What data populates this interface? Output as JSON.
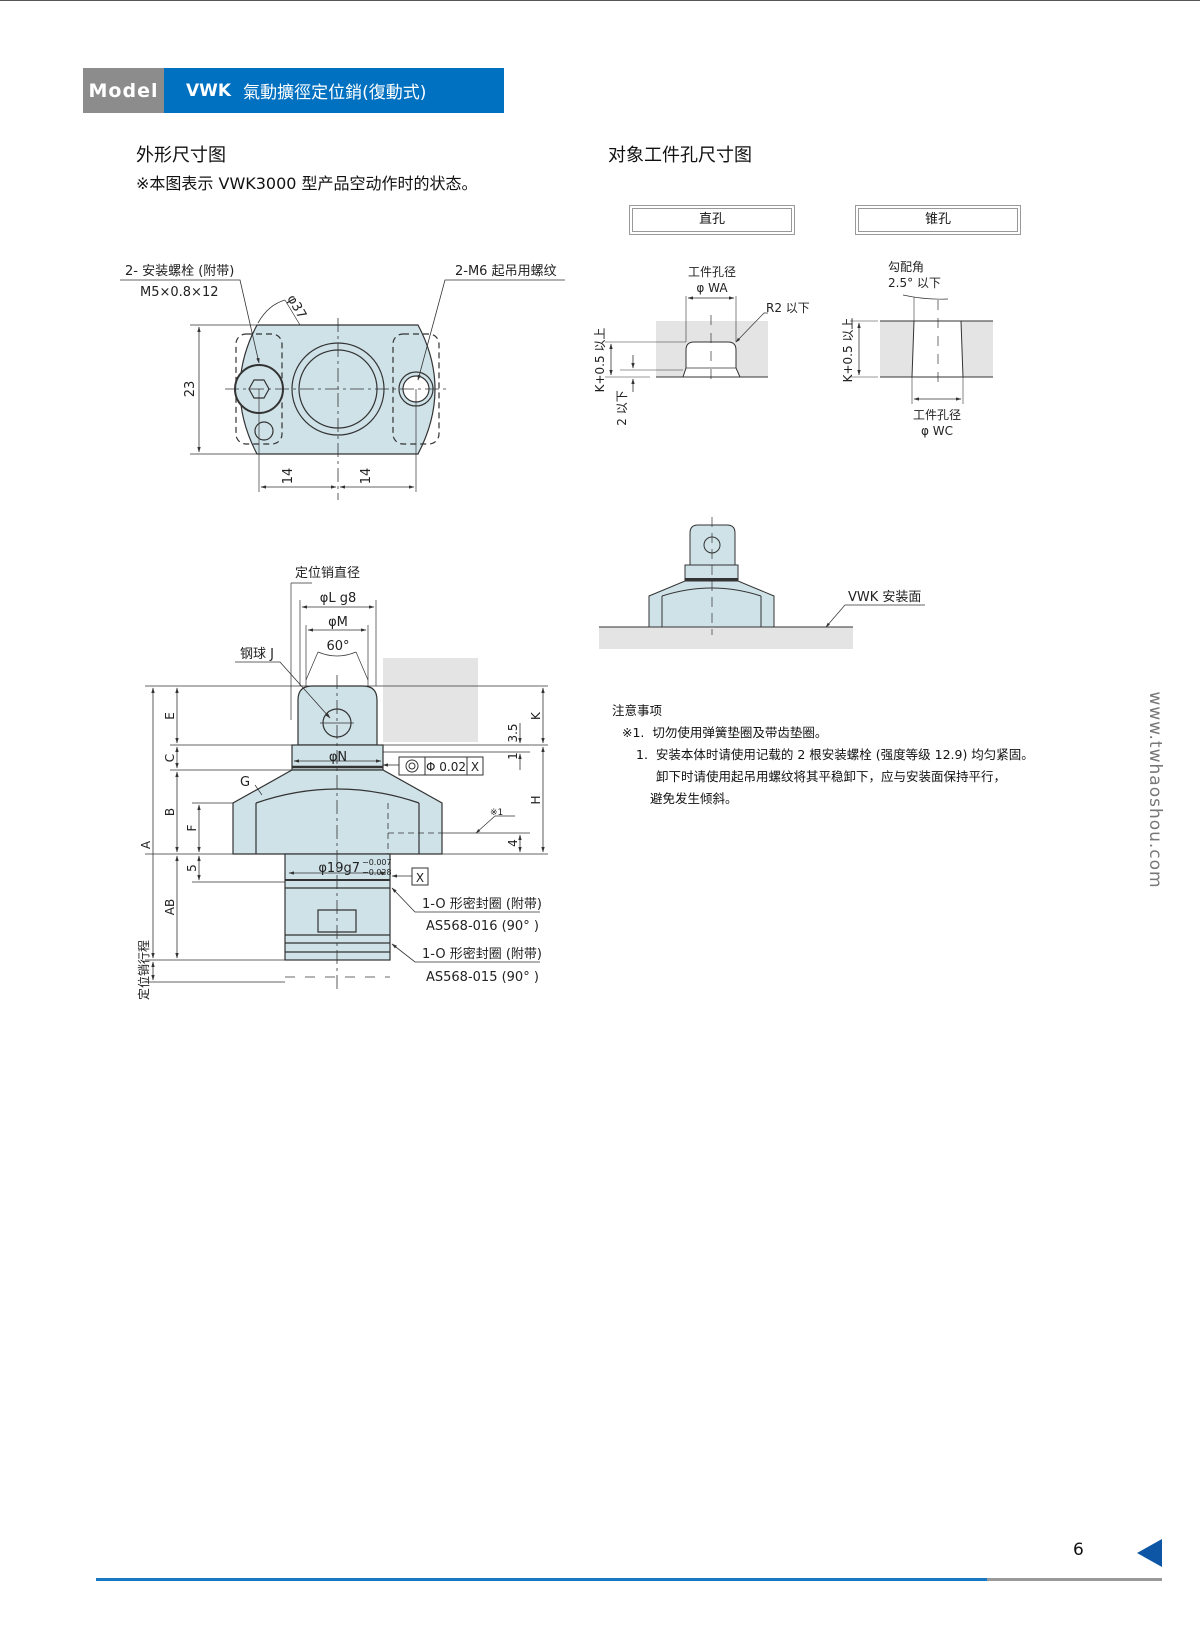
{
  "header": {
    "model_label": "Model",
    "code": "VWK",
    "name": "氣動擴徑定位銷(復動式)"
  },
  "outline": {
    "title": "外形尺寸图",
    "note": "※本图表示 VWK3000 型产品空动作时的状态。",
    "top_view": {
      "bolt_label_1": "2- 安装螺栓 (附带)",
      "bolt_label_2": "M5×0.8×12",
      "lift_label": "2-M6 起吊用螺纹",
      "dia": "φ37",
      "height": "23",
      "pitch_left": "14",
      "pitch_right": "14"
    },
    "side_view": {
      "pin_dia_label": "定位销直径",
      "phi_l": "φL g8",
      "phi_m": "φM",
      "angle": "60°",
      "ball": "钢球 J",
      "phi_n": "φN",
      "tol_value": "Φ 0.02",
      "datum": "X",
      "shaft_dia": "φ19g7",
      "shaft_tol_upper": "−0.007",
      "shaft_tol_lower": "−0.028",
      "g": "G",
      "note_ref": "※1",
      "dims": {
        "a": "A",
        "e": "E",
        "c": "C",
        "b": "B",
        "ab": "AB",
        "f": "F",
        "five": "5",
        "k": "K",
        "h": "H",
        "d35": "3.5",
        "d1": "1",
        "d4": "4",
        "stroke": "定位销行程"
      },
      "oring1_a": "1-O 形密封圈 (附带)",
      "oring1_b": "AS568-016 (90° )",
      "oring2_a": "1-O 形密封圈 (附带)",
      "oring2_b": "AS568-015 (90° )"
    }
  },
  "workpiece": {
    "title": "对象工件孔尺寸图",
    "straight": {
      "label": "直孔",
      "hole_label": "工件孔径",
      "dia": "φ WA",
      "radius": "R2 以下",
      "depth": "K+0.5 以上",
      "chamfer": "2 以下"
    },
    "taper": {
      "label": "锥孔",
      "angle_label": "勾配角",
      "angle": "2.5° 以下",
      "depth": "K+0.5 以上",
      "hole_label": "工件孔径",
      "dia": "φ WC"
    },
    "mount_label": "VWK 安装面"
  },
  "notes": {
    "title": "注意事项",
    "n1_mark": "※1.",
    "n1": "切勿使用弹簧垫圈及带齿垫圈。",
    "n2_mark": "1.",
    "n2": "安装本体时请使用记载的 2 根安装螺栓 (强度等级 12.9) 均匀紧固。",
    "n3": "卸下时请使用起吊用螺纹将其平稳卸下，应与安装面保持平行，",
    "n4": "避免发生倾斜。"
  },
  "watermark": "www.twhaoshou.com",
  "page_number": "6",
  "colors": {
    "brand_blue": "#0070c0",
    "part_fill": "#cfe2e8",
    "gray": "#8c8c8c"
  }
}
